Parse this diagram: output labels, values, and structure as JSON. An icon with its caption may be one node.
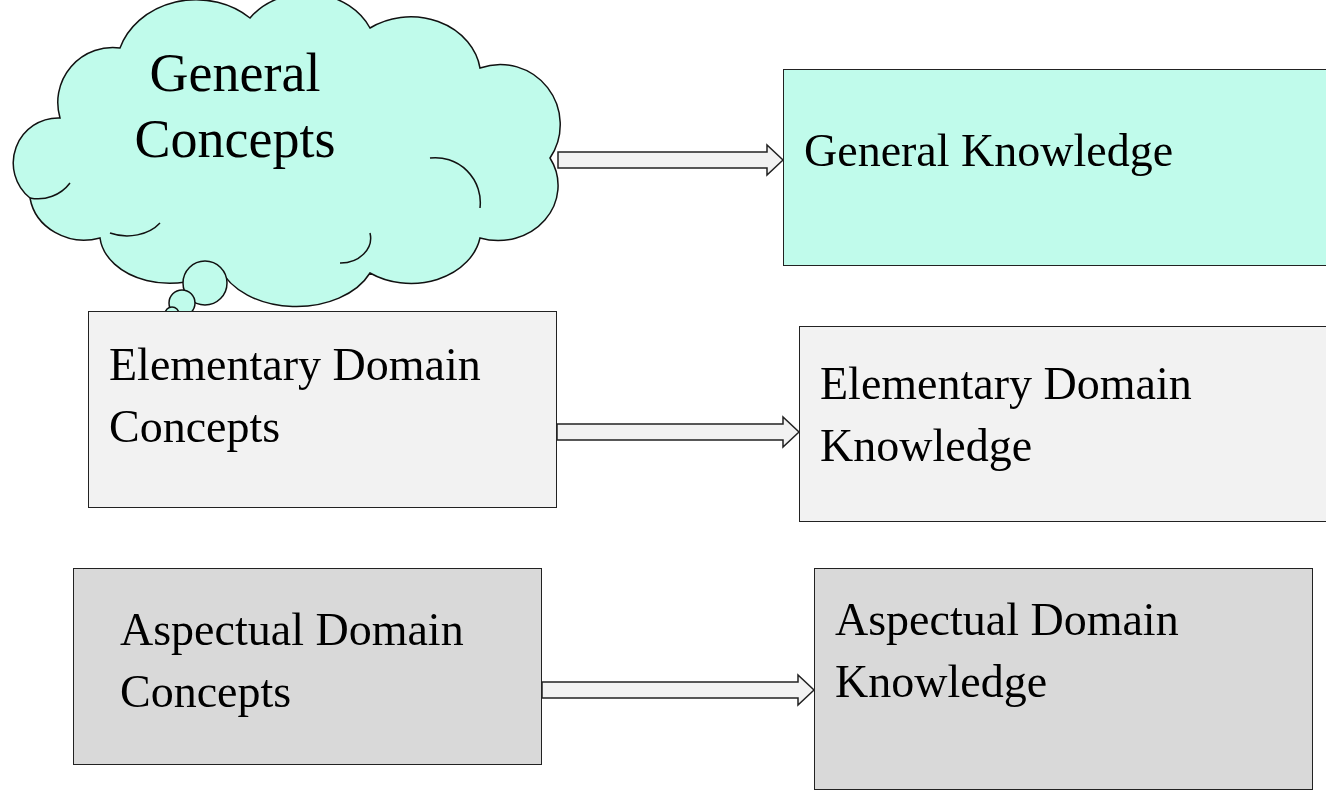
{
  "diagram": {
    "nodes": [
      {
        "text": [
          "General Concepts"
        ]
      },
      {
        "text": [
          "General Knowledge"
        ]
      },
      {
        "text": [
          "Elementary Domain Concepts"
        ]
      },
      {
        "text": [
          "Elementary Domain Knowledge"
        ]
      },
      {
        "text": [
          "Aspectual Domain Concepts"
        ]
      },
      {
        "text": [
          "Aspectual Domain Knowledge"
        ]
      }
    ],
    "edges": [
      {
        "from": 0,
        "to": 1,
        "arrow": "to"
      },
      {
        "from": 2,
        "to": 3,
        "arrow": "to"
      },
      {
        "from": 4,
        "to": 5,
        "arrow": "to"
      }
    ]
  }
}
